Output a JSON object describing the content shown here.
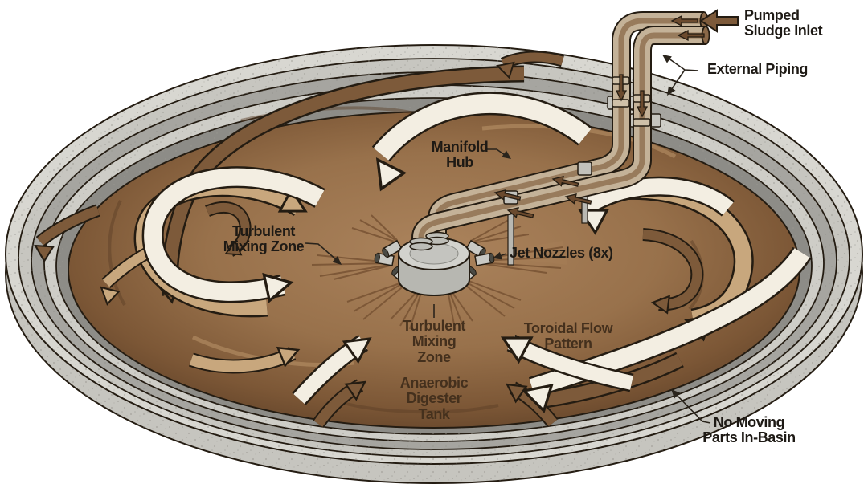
{
  "diagram_title": "Anaerobic digester jet-mixing system diagram",
  "labels": {
    "pumped_sludge_inlet": {
      "line1": "Pumped",
      "line2": "Sludge Inlet"
    },
    "external_piping": {
      "text": "External Piping"
    },
    "manifold_hub": {
      "line1": "Manifold",
      "line2": "Hub"
    },
    "jet_nozzles": {
      "text": "Jet Nozzles (8x)"
    },
    "turbulent_mixing_zone_left": {
      "line1": "Turbulent",
      "line2": "Mixing Zone"
    },
    "turbulent_mixing_zone_center": {
      "line1": "Turbulent",
      "line2": "Mixing",
      "line3": "Zone"
    },
    "toroidal_flow_pattern": {
      "line1": "Toroidal Flow",
      "line2": "Pattern"
    },
    "anaerobic_digester_tank": {
      "line1": "Anaerobic",
      "line2": "Digester",
      "line3": "Tank"
    },
    "no_moving_parts": {
      "line1": "No Moving",
      "line2": "Parts In-Basin"
    }
  },
  "colors": {
    "background": "#ffffff",
    "concrete_light": "#d8d7d1",
    "concrete_medium": "#a6a5a0",
    "concrete_dark": "#8d8c87",
    "liquid_edge": "#5f4128",
    "liquid_center": "#a87f58",
    "arrow_cream": "#f3eee2",
    "arrow_tan": "#c8a77d",
    "arrow_brown": "#7d5a3a",
    "pipe_body": "#c4b298",
    "pipe_core": "#8a6848",
    "hub_gray": "#d2d2cd",
    "outline": "#241c12",
    "label_dark": "#1e1a15",
    "label_brown": "#44301d"
  }
}
